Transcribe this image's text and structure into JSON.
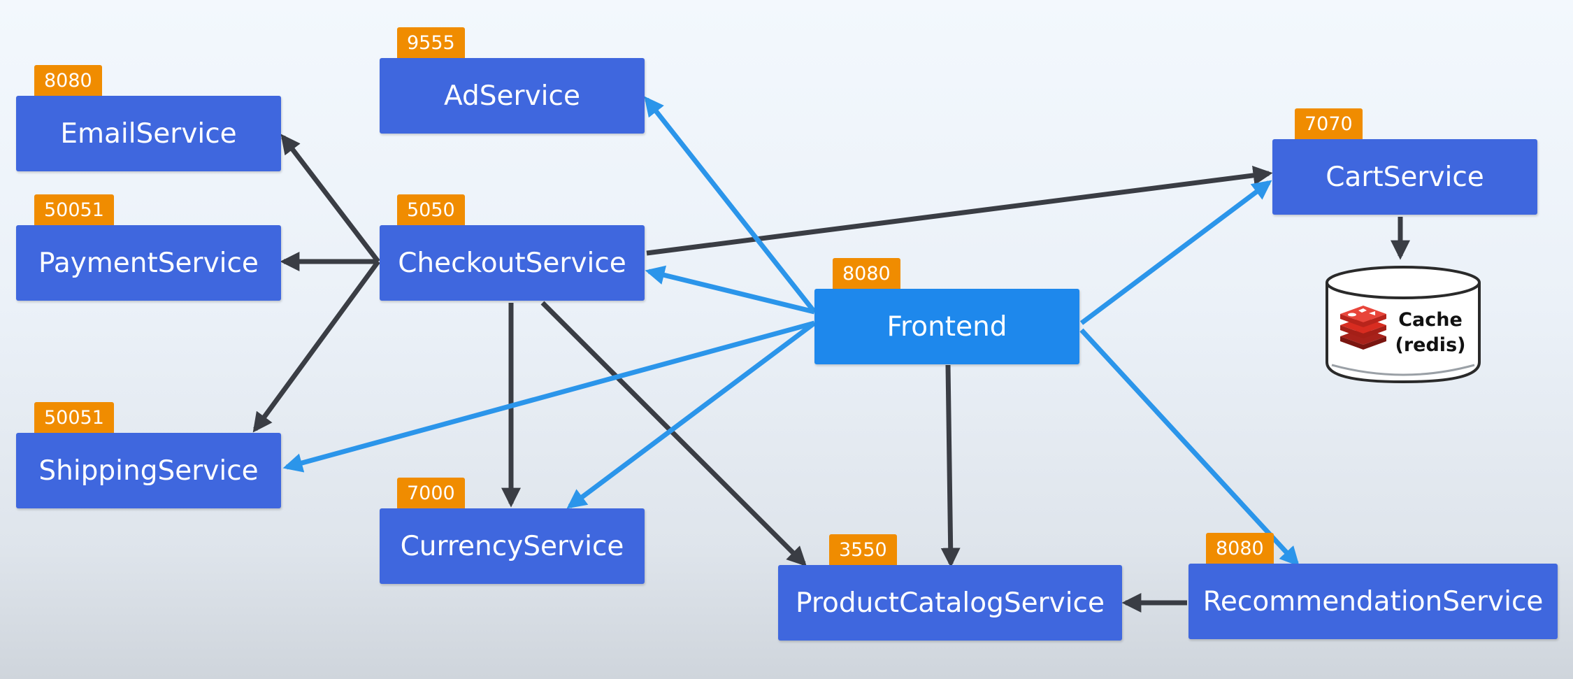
{
  "nodes": {
    "ad": {
      "label": "AdService",
      "port": "9555"
    },
    "email": {
      "label": "EmailService",
      "port": "8080"
    },
    "payment": {
      "label": "PaymentService",
      "port": "50051"
    },
    "checkout": {
      "label": "CheckoutService",
      "port": "5050"
    },
    "shipping": {
      "label": "ShippingService",
      "port": "50051"
    },
    "currency": {
      "label": "CurrencyService",
      "port": "7000"
    },
    "frontend": {
      "label": "Frontend",
      "port": "8080"
    },
    "productcatalog": {
      "label": "ProductCatalogService",
      "port": "3550"
    },
    "recommendation": {
      "label": "RecommendationService",
      "port": "8080"
    },
    "cart": {
      "label": "CartService",
      "port": "7070"
    }
  },
  "cache": {
    "line1": "Cache",
    "line2": "(redis)",
    "icon": "redis-logo-icon"
  },
  "edges": [
    {
      "from": "checkout",
      "to": "email",
      "style": "dark"
    },
    {
      "from": "checkout",
      "to": "payment",
      "style": "dark"
    },
    {
      "from": "checkout",
      "to": "shipping",
      "style": "dark"
    },
    {
      "from": "checkout",
      "to": "currency",
      "style": "dark"
    },
    {
      "from": "checkout",
      "to": "productcatalog",
      "style": "dark"
    },
    {
      "from": "checkout",
      "to": "cart",
      "style": "dark"
    },
    {
      "from": "cart",
      "to": "cache",
      "style": "dark"
    },
    {
      "from": "frontend",
      "to": "productcatalog",
      "style": "dark"
    },
    {
      "from": "recommendation",
      "to": "productcatalog",
      "style": "dark"
    },
    {
      "from": "frontend",
      "to": "ad",
      "style": "blue"
    },
    {
      "from": "frontend",
      "to": "checkout",
      "style": "blue"
    },
    {
      "from": "frontend",
      "to": "shipping",
      "style": "blue"
    },
    {
      "from": "frontend",
      "to": "currency",
      "style": "blue"
    },
    {
      "from": "frontend",
      "to": "cart",
      "style": "blue"
    },
    {
      "from": "frontend",
      "to": "recommendation",
      "style": "blue"
    }
  ],
  "colors": {
    "node": "#3f67de",
    "frontend": "#1e88ec",
    "port_badge": "#f08c00",
    "arrow_dark": "#3a3d44",
    "arrow_blue": "#2b95ea",
    "cache_icon": "#d82c20"
  }
}
